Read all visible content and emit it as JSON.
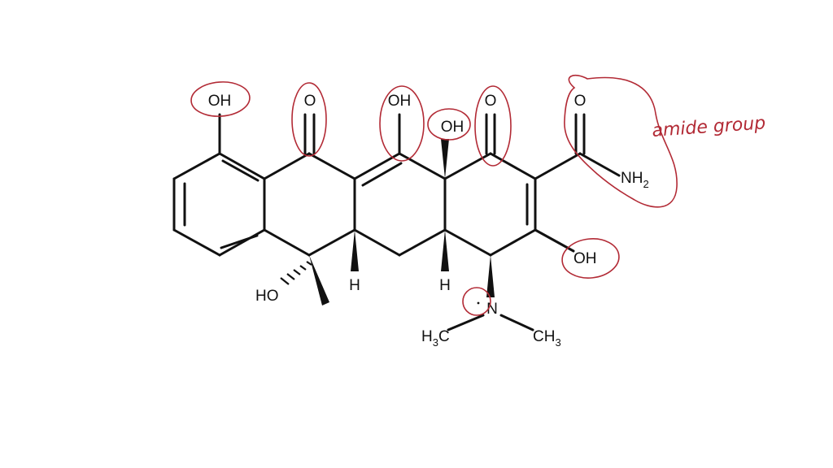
{
  "molecule": {
    "labels": {
      "oh_phenol": "OH",
      "o_keto1": "O",
      "oh_enol": "OH",
      "oh_ring_fusion": "OH",
      "o_keto2": "O",
      "o_amide": "O",
      "nh2_n": "NH",
      "nh2_sub": "2",
      "oh_c3": "OH",
      "oh_c6": "HO",
      "h_c5a": "H",
      "h_c4a": "H",
      "n_dimethyl": "N",
      "ch3_left_main": "H",
      "ch3_left_sub": "3",
      "ch3_left_c": "C",
      "ch3_right_main": "CH",
      "ch3_right_sub": "3"
    }
  },
  "annotations": {
    "handwritten_label": "amide group",
    "ink_color": "#b22a35"
  }
}
